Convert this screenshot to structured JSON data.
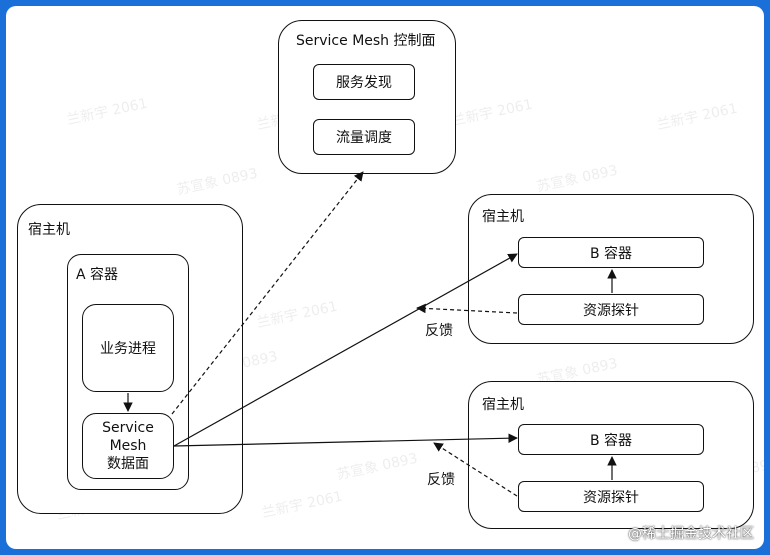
{
  "control_plane": {
    "title": "Service Mesh 控制面",
    "service_discovery": "服务发现",
    "traffic_scheduling": "流量调度"
  },
  "host_left": {
    "title": "宿主机",
    "container_a": "A 容器",
    "business_process": "业务进程",
    "data_plane": "Service\nMesh\n数据面"
  },
  "host_right_top": {
    "title": "宿主机",
    "container_b": "B 容器",
    "resource_probe": "资源探针",
    "feedback": "反馈"
  },
  "host_right_bottom": {
    "title": "宿主机",
    "container_b": "B 容器",
    "resource_probe": "资源探针",
    "feedback": "反馈"
  },
  "watermarks": [
    "兰新宇 2061",
    "苏宣象 0893"
  ],
  "brand": "@稀土掘金技术社区"
}
